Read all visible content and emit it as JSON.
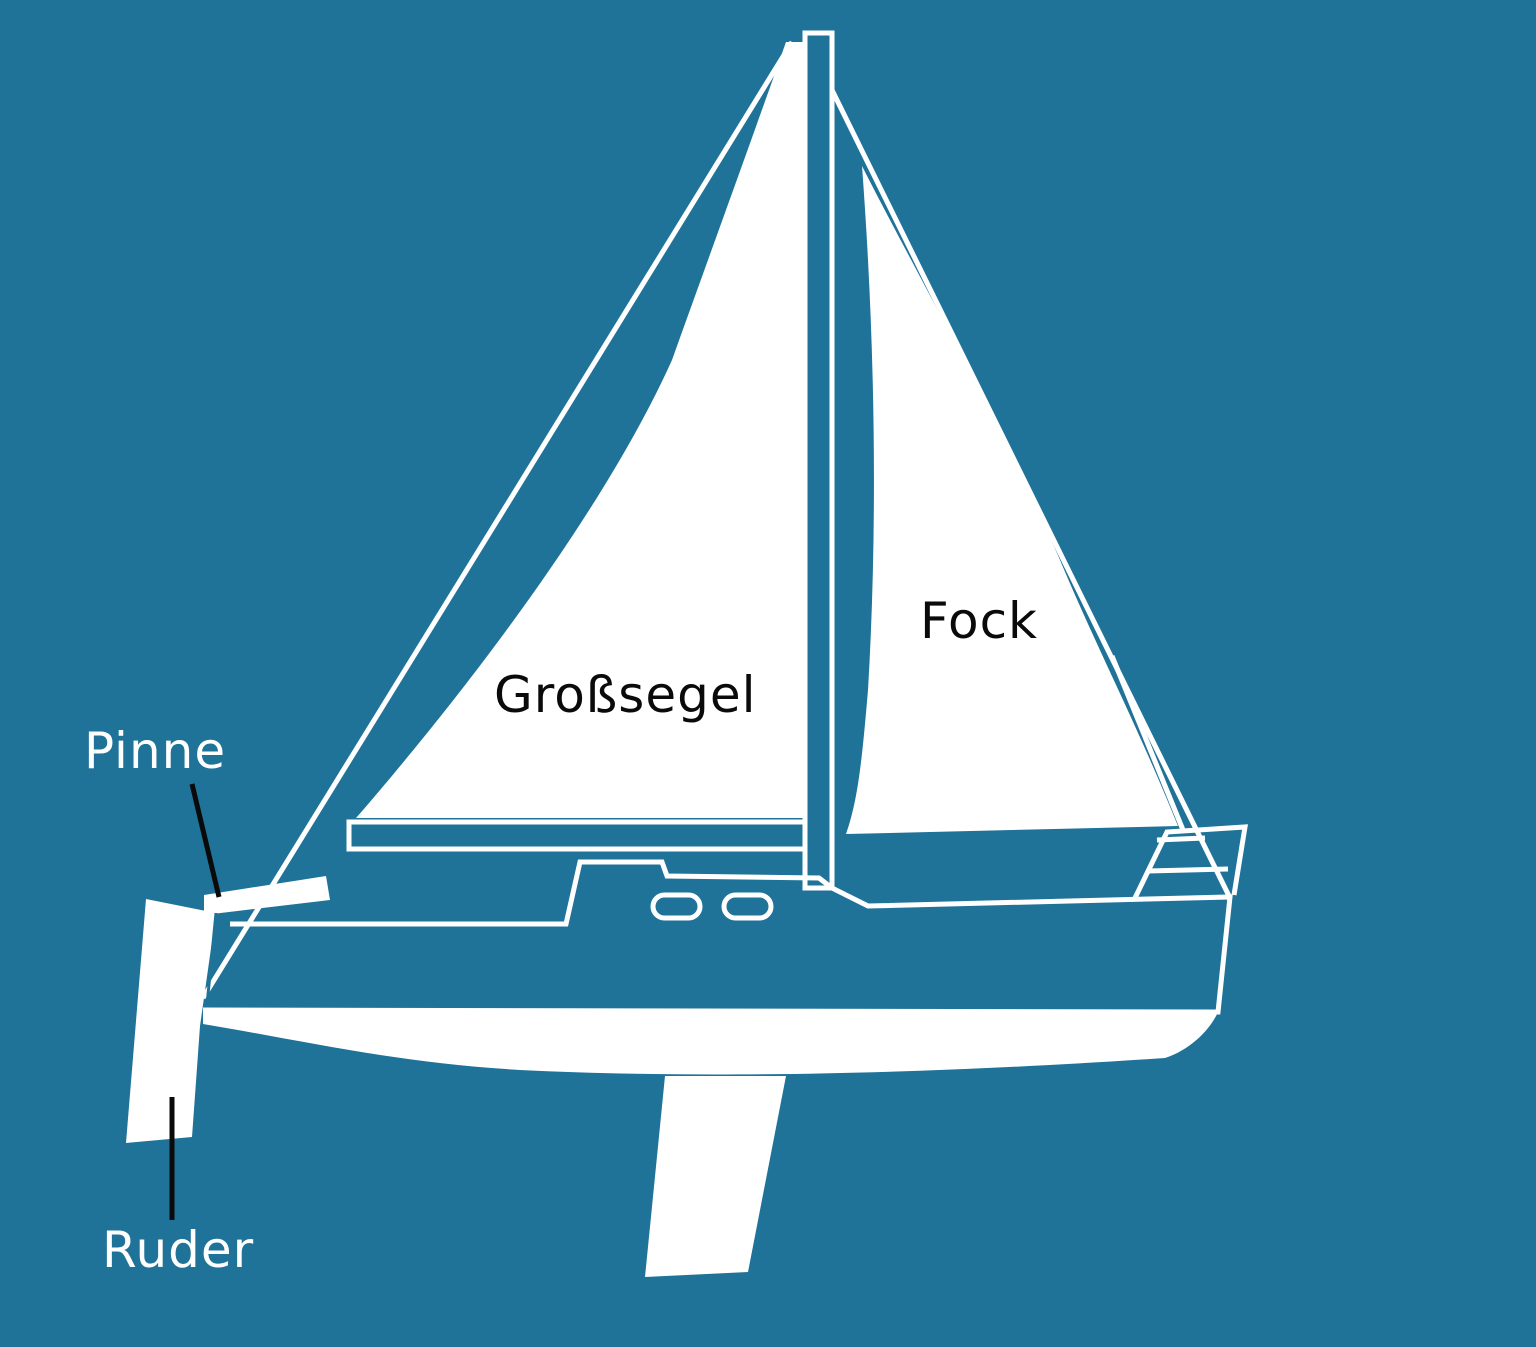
{
  "diagram": {
    "colors": {
      "background": "#1f7399",
      "boat": "#ffffff",
      "leader_line": "#0a0a0a",
      "label_on_sail": "#0a0a0a",
      "label_on_water": "#ffffff"
    },
    "labels": {
      "mainsail": "Großsegel",
      "jib": "Fock",
      "tiller": "Pinne",
      "rudder": "Ruder"
    }
  }
}
